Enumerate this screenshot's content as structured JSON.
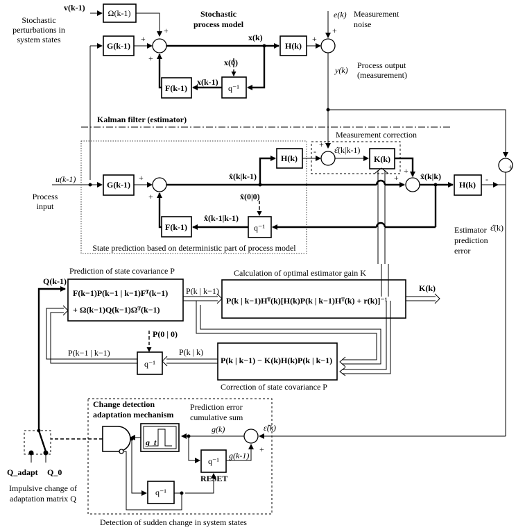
{
  "labels": {
    "vk1": "v(k-1)",
    "stochastic_perturbations": [
      "Stochastic",
      "perturbations in",
      "system states"
    ],
    "stochastic_model": [
      "Stochastic",
      "process model"
    ],
    "measurement_noise": [
      "Measurement",
      "noise"
    ],
    "ek": "e(k)",
    "xk": "x(k)",
    "x0": "x(0)",
    "xk1": "x(k-1)",
    "yk": "y(k)",
    "process_output": [
      "Process output",
      "(measurement)"
    ],
    "kalman_filter": "Kalman filter (estimator)",
    "measurement_correction": "Measurement correction",
    "eps_pred": "ε̂(k|k-1)",
    "uk1": "u(k-1)",
    "process_input": [
      "Process",
      "input"
    ],
    "x_pred": "x̂(k|k-1)",
    "x00": "x̂(0|0)",
    "x_prev": "x̂(k-1|k-1)",
    "x_upd": "x̂(k|k)",
    "eps_k": "ε̂(k)",
    "estimator_error": [
      "Estimator",
      "prediction",
      "error"
    ],
    "state_prediction": "State prediction based on deterministic part of process model",
    "Qk1": "Q(k-1)",
    "pred_cov_title": "Prediction of state covariance P",
    "pred_cov_eq1": "F(k−1)P(k−1 | k−1)Fᵀ(k−1)",
    "pred_cov_eq2": "+ Ω(k−1)Q(k−1)Ωᵀ(k−1)",
    "Pkk1": "P(k | k−1)",
    "gain_title": "Calculation of optimal estimator gain K",
    "gain_eq": "P(k | k−1)Hᵀ(k)[H(k)P(k | k−1)Hᵀ(k) + r(k)]⁻¹",
    "Kk": "K(k)",
    "P00": "P(0 | 0)",
    "Pk1k1": "P(k−1 | k−1)",
    "Pkk": "P(k | k)",
    "corr_eq": "P(k | k−1) − K(k)H(k)P(k | k−1)",
    "corr_title": "Correction of state covariance P",
    "change_detection": [
      "Change detection",
      "adaptation mechanism"
    ],
    "pred_error_sum": [
      "Prediction error",
      "cumulative sum"
    ],
    "gk": "g(k)",
    "gk1": "g(k-1)",
    "gt": "g_t",
    "reset": "RESET",
    "eps_k2": "ε̂(k)",
    "Qadapt": "Q_adapt",
    "Q0": "Q_0",
    "impulsive": [
      "Impulsive change of",
      "adaptation matrix Q"
    ],
    "detection_title": "Detection of sudden change in system states"
  },
  "blocks": {
    "omega": "Ω(k-1)",
    "G_top": "G(k-1)",
    "H_top": "H(k)",
    "F_top": "F(k-1)",
    "q_top": "q⁻¹",
    "G_mid": "G(k-1)",
    "H_mid": "H(k)",
    "K_mid": "K(k)",
    "H_out": "H(k)",
    "F_mid": "F(k-1)",
    "q_mid": "q⁻¹",
    "q_cov": "q⁻¹",
    "q_cusum": "q⁻¹",
    "q_det": "q⁻¹"
  },
  "signs": {
    "plus": "+",
    "minus": "-"
  }
}
